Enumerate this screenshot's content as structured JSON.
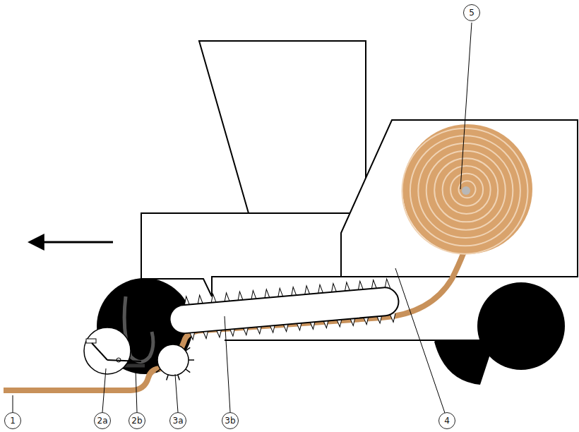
{
  "diagram": {
    "labels": [
      "1",
      "2a",
      "2b",
      "3a",
      "3b",
      "4",
      "5"
    ]
  }
}
